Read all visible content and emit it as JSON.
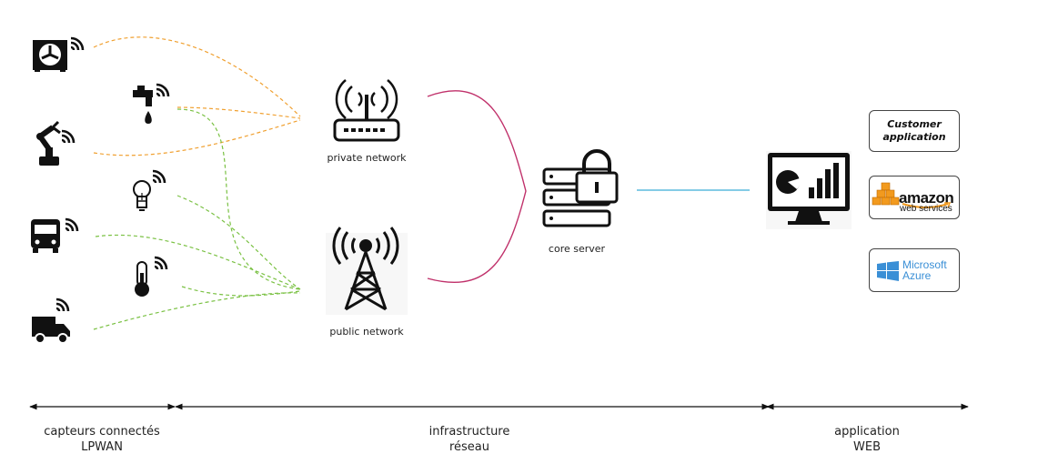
{
  "nodes": {
    "private_network": "private network",
    "public_network": "public network",
    "core_server": "core server"
  },
  "sections": {
    "sensors": {
      "line1": "capteurs connectés",
      "line2": "LPWAN"
    },
    "infrastructure": {
      "line1": "infrastructure",
      "line2": "réseau"
    },
    "application": {
      "line1": "application",
      "line2": "WEB"
    }
  },
  "apps": {
    "customer_line1": "Customer",
    "customer_line2": "application",
    "aws_name": "amazon",
    "aws_sub": "web services",
    "azure_line1": "Microsoft",
    "azure_line2": "Azure"
  },
  "colors": {
    "private_link": "#f0a030",
    "public_link": "#7ac143",
    "backbone": "#c0306a",
    "web_link": "#3aaed8",
    "aws_orange": "#f29a1e",
    "azure_blue": "#3a8fd6",
    "icon": "#111111"
  },
  "icons": {
    "sensors": [
      "air-conditioner-icon",
      "faucet-icon",
      "robot-arm-icon",
      "light-bulb-icon",
      "bus-icon",
      "thermometer-icon",
      "truck-icon"
    ],
    "network": [
      "router-icon",
      "cell-tower-icon",
      "locked-server-icon",
      "dashboard-monitor-icon"
    ]
  }
}
